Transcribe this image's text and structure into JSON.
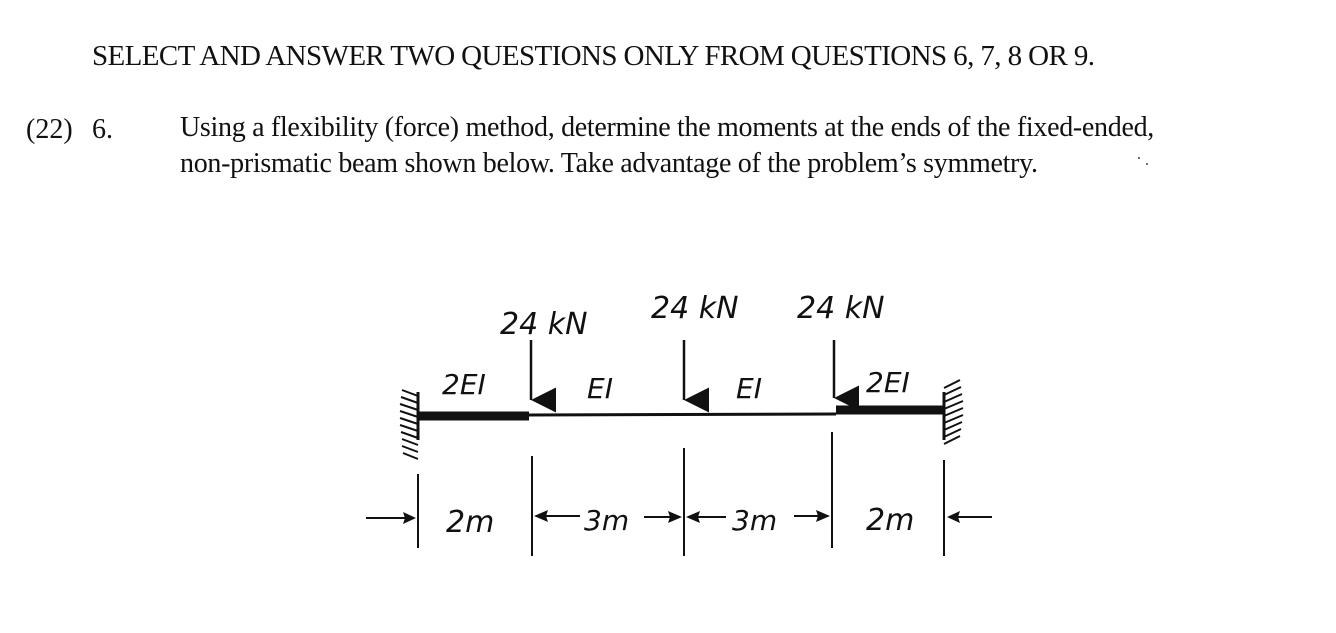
{
  "header": {
    "instruction": "SELECT AND ANSWER TWO QUESTIONS ONLY FROM QUESTIONS 6, 7, 8 OR 9."
  },
  "question": {
    "marks": "(22)",
    "number": "6.",
    "text_line1": "Using a flexibility (force) method, determine the moments at the ends of the fixed-ended,",
    "text_line2": "non-prismatic beam shown below. Take advantage of the problem’s symmetry."
  },
  "diagram": {
    "loads": [
      "24 kN",
      "24 kN",
      "24 kN"
    ],
    "segments": [
      "2EI",
      "EI",
      "EI",
      "2EI"
    ],
    "dimensions": [
      "2m",
      "3m",
      "3m",
      "2m"
    ]
  }
}
